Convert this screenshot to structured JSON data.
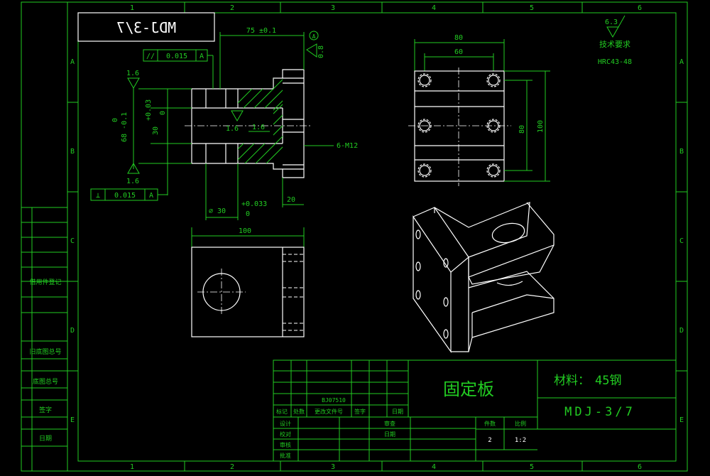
{
  "border": {
    "cols": [
      "1",
      "2",
      "3",
      "4",
      "5",
      "6"
    ],
    "rows": [
      "A",
      "B",
      "C",
      "D",
      "E"
    ]
  },
  "drawing_code": "MDJ-3/7",
  "roughness": {
    "general": "6.3",
    "surf_top_left": "1.6",
    "surf_mid": "1.6",
    "surf_mid2": "1.6",
    "surf_bottom": "1.6",
    "surf_right": "0.8"
  },
  "tech_req": {
    "title": "技术要求",
    "hardness": "HRC43-48"
  },
  "tolerances": {
    "parallel": {
      "symbol": "//",
      "value": "0.015",
      "datum": "A"
    },
    "perpendicular": {
      "symbol": "⊥",
      "value": "0.015",
      "datum": "A"
    },
    "datum_mark": "A"
  },
  "dims": {
    "width_75": "75 ±0.1",
    "height_68": "68 -0.1",
    "height_68_top": "0",
    "slot_30": "30",
    "slot_30_tol": "+0.03",
    "slot_30_tol2": "0",
    "bore_30": "⌀ 30",
    "bore_tol": "+0.033",
    "bore_tol2": "0",
    "wall_20": "20",
    "thread": "6-M12",
    "len_100": "100",
    "top_80": "80",
    "top_60": "60",
    "side_80": "80",
    "side_100": "100"
  },
  "left_table": {
    "labels": [
      "借用件登记",
      "底图总号",
      "旧底图总号",
      "签字",
      "日期"
    ]
  },
  "title_block": {
    "part_name": "固定板",
    "material_label": "材料：",
    "material_value": "45钢",
    "code": "MDJ-3/7",
    "doc_no": "BJ07510",
    "rev_headers": [
      "标记",
      "处数",
      "更改文件号",
      "签字",
      "日期"
    ],
    "sign_rows": [
      "设计",
      "校对",
      "审核",
      "批准"
    ],
    "right_labels": [
      "审查",
      "日期"
    ],
    "qty_label": "件数",
    "scale_label": "比例",
    "qty_value": "2",
    "scale_value": "1:2"
  }
}
